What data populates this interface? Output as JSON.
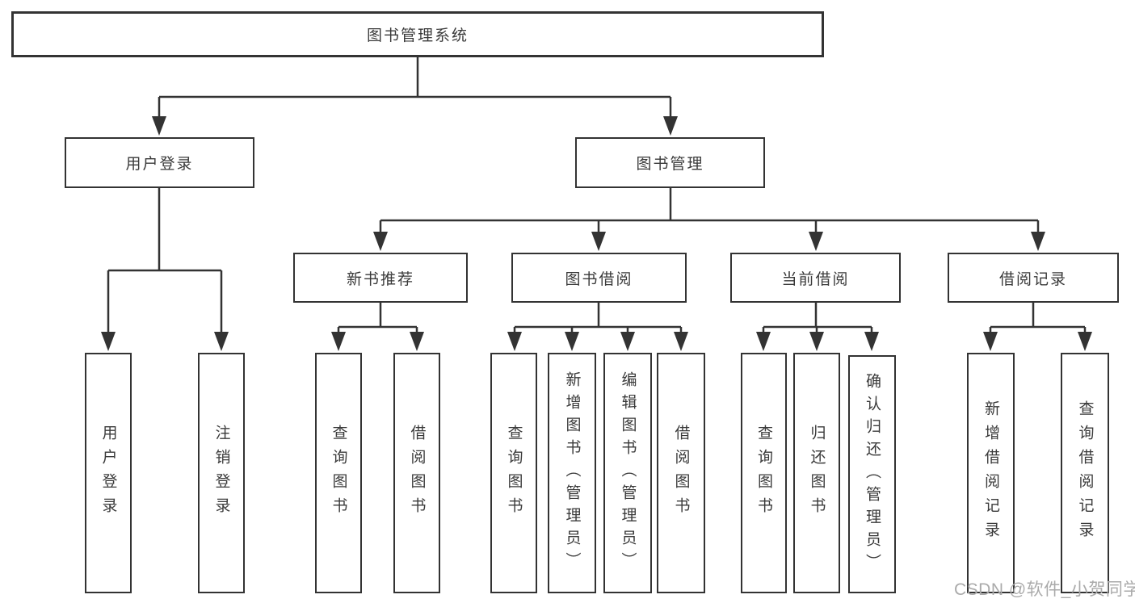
{
  "diagram_title": "图书管理系统",
  "tree": {
    "label": "图书管理系统",
    "children": [
      {
        "label": "用户登录",
        "children": [
          {
            "label": "用户登录"
          },
          {
            "label": "注销登录"
          }
        ]
      },
      {
        "label": "图书管理",
        "children": [
          {
            "label": "新书推荐",
            "children": [
              {
                "label": "查询图书"
              },
              {
                "label": "借阅图书"
              }
            ]
          },
          {
            "label": "图书借阅",
            "children": [
              {
                "label": "查询图书"
              },
              {
                "label": "新增图书（管理员）"
              },
              {
                "label": "编辑图书（管理员）"
              },
              {
                "label": "借阅图书"
              }
            ]
          },
          {
            "label": "当前借阅",
            "children": [
              {
                "label": "查询图书"
              },
              {
                "label": "归还图书"
              },
              {
                "label": "确认归还（管理员）"
              }
            ]
          },
          {
            "label": "借阅记录",
            "children": [
              {
                "label": "新增借阅记录"
              },
              {
                "label": "查询借阅记录"
              }
            ]
          }
        ]
      }
    ]
  },
  "watermark": "CSDN @软件_小贺同学",
  "colors": {
    "line": "#333333",
    "box_border": "#333333",
    "text": "#3a3a3a",
    "watermark": "#aaaaaa",
    "background": "#ffffff"
  }
}
